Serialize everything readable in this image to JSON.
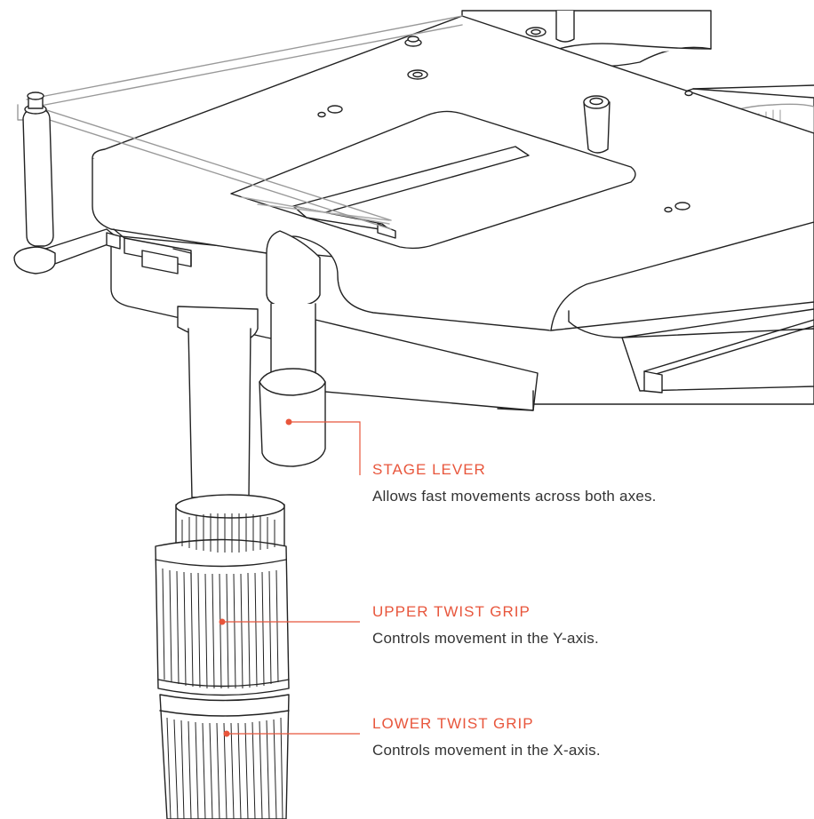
{
  "colors": {
    "accent": "#e8563c",
    "line": "#222222",
    "text": "#333333"
  },
  "callouts": {
    "stage_lever": {
      "title": "STAGE LEVER",
      "description": "Allows fast movements across both axes."
    },
    "upper_twist_grip": {
      "title": "UPPER TWIST GRIP",
      "description": "Controls movement in the Y-axis."
    },
    "lower_twist_grip": {
      "title": "LOWER TWIST GRIP",
      "description": "Controls movement in the X-axis."
    }
  }
}
